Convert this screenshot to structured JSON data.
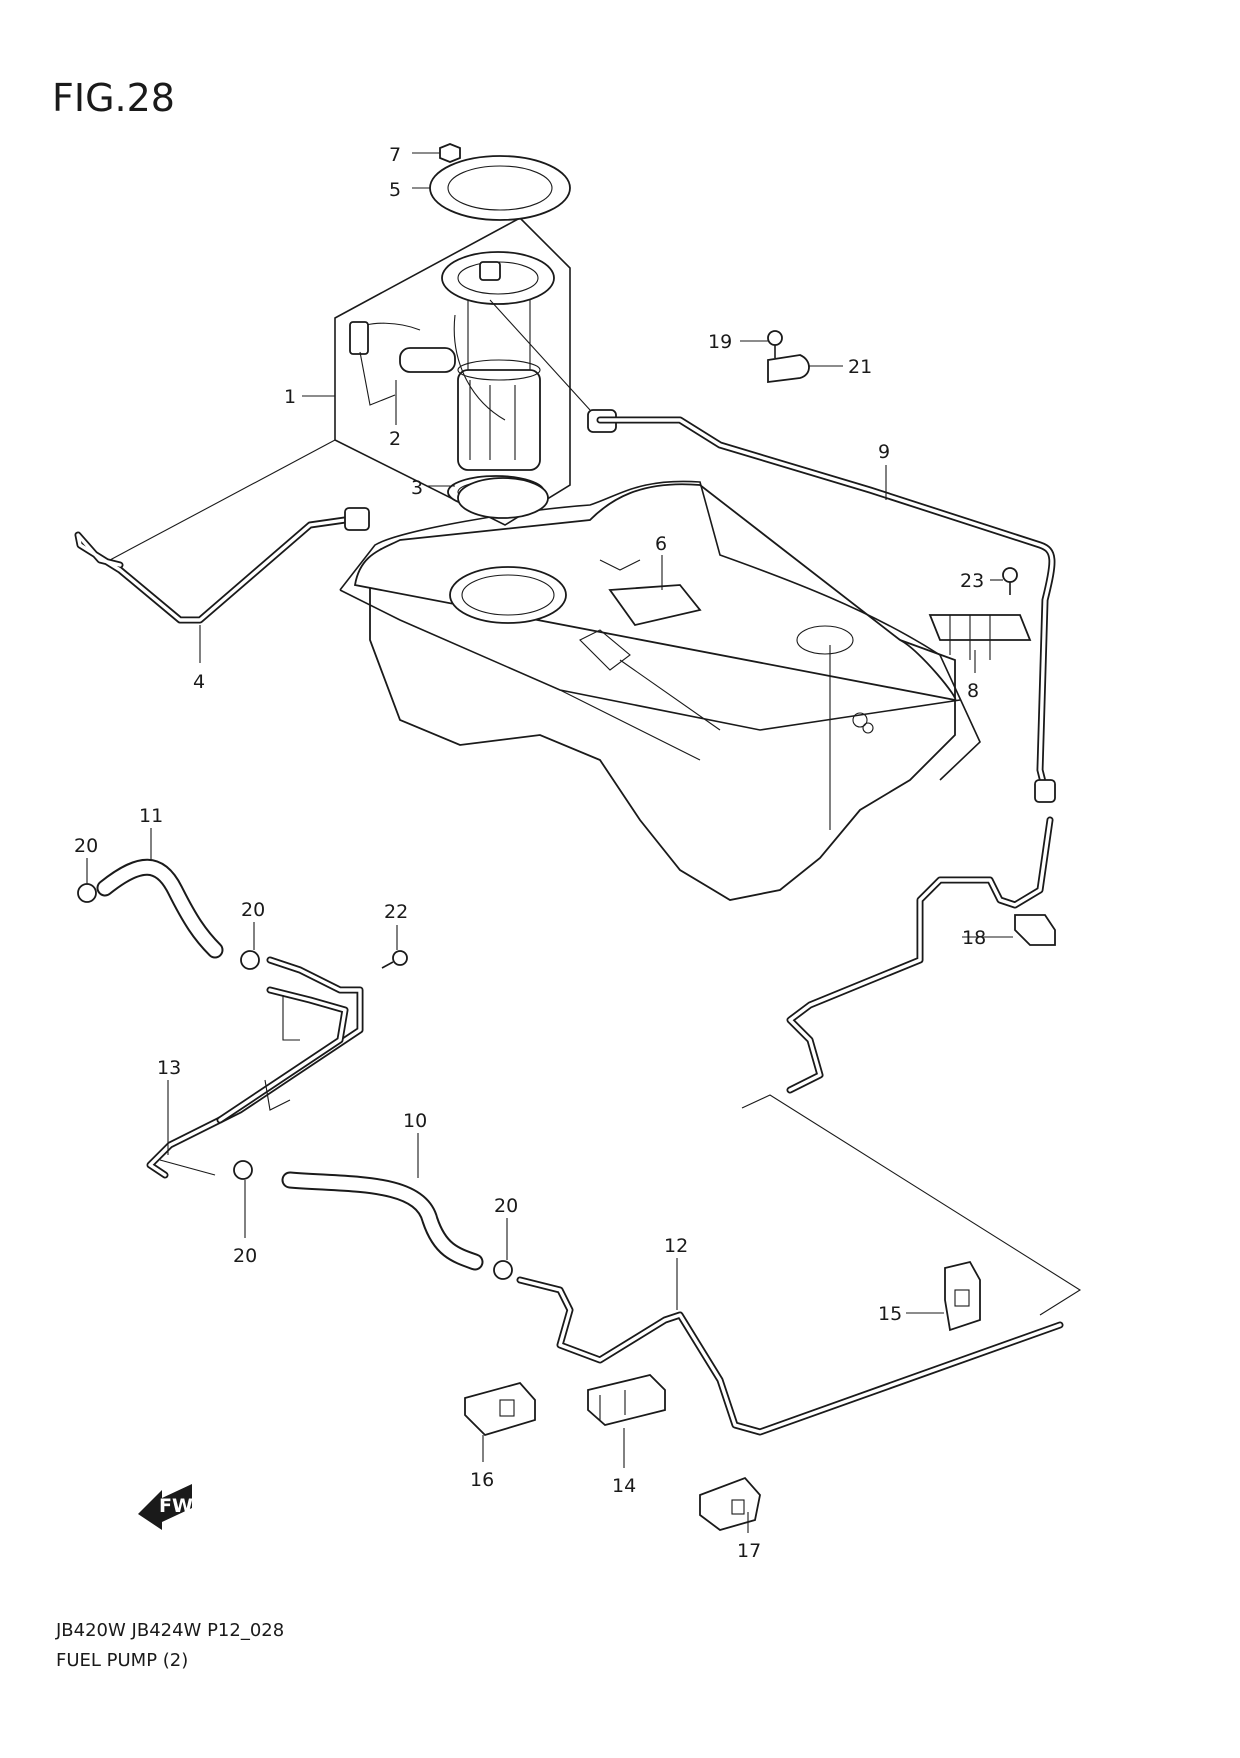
{
  "figure_title": "FIG.28",
  "footer": {
    "code": "JB420W JB424W P12_028",
    "name": "FUEL PUMP (2)"
  },
  "fwd_label": "FWD",
  "callouts": {
    "c1": "1",
    "c2": "2",
    "c3": "3",
    "c4": "4",
    "c5": "5",
    "c6": "6",
    "c7": "7",
    "c8": "8",
    "c9": "9",
    "c10": "10",
    "c11": "11",
    "c12": "12",
    "c13": "13",
    "c14": "14",
    "c15": "15",
    "c16": "16",
    "c17": "17",
    "c18": "18",
    "c19": "19",
    "c20a": "20",
    "c20b": "20",
    "c20c": "20",
    "c20d": "20",
    "c21": "21",
    "c22": "22",
    "c23": "23"
  }
}
